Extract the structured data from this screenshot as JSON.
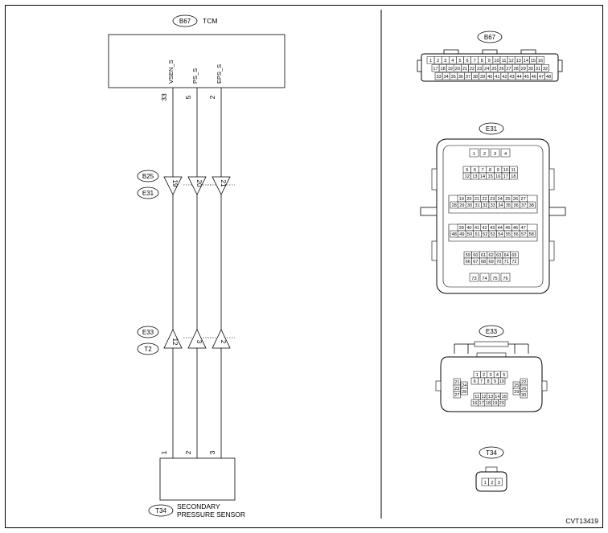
{
  "diagram_id": "CVT13419",
  "tcm": {
    "connector": "B67",
    "name": "TCM"
  },
  "signals": [
    {
      "name": "VSEN_S",
      "tcm_pin": "33",
      "inline1_pin": "19",
      "inline2_pin": "12",
      "sensor_pin": "1"
    },
    {
      "name": "PS_S",
      "tcm_pin": "5",
      "inline1_pin": "20",
      "inline2_pin": "3",
      "sensor_pin": "2"
    },
    {
      "name": "EPS_S",
      "tcm_pin": "2",
      "inline1_pin": "21",
      "inline2_pin": "2",
      "sensor_pin": "3"
    }
  ],
  "inline_connectors": [
    {
      "upper": "B25",
      "lower": "E31"
    },
    {
      "upper": "E33",
      "lower": "T2"
    }
  ],
  "sensor": {
    "connector": "T34",
    "line1": "SECONDARY",
    "line2": "PRESSURE SENSOR"
  },
  "connector_views": {
    "b67": {
      "label": "B67",
      "row1": [
        "1",
        "2",
        "3",
        "4",
        "5",
        "6",
        "7",
        "8",
        "9",
        "10",
        "11",
        "12",
        "13",
        "14",
        "15",
        "16"
      ],
      "row2": [
        "17",
        "18",
        "19",
        "20",
        "21",
        "22",
        "23",
        "24",
        "25",
        "26",
        "27",
        "28",
        "29",
        "30",
        "31",
        "32"
      ],
      "row3": [
        "33",
        "34",
        "35",
        "36",
        "37",
        "38",
        "39",
        "40",
        "41",
        "42",
        "43",
        "44",
        "45",
        "46",
        "47",
        "48"
      ]
    },
    "e31": {
      "label": "E31",
      "rows": [
        [
          "1",
          "2",
          "3",
          "4"
        ],
        [
          "5",
          "6",
          "7",
          "8",
          "9",
          "10",
          "11"
        ],
        [
          "12",
          "13",
          "14",
          "15",
          "16",
          "17",
          "18"
        ],
        [
          "19",
          "20",
          "21",
          "22",
          "23",
          "24",
          "25",
          "26",
          "27"
        ],
        [
          "28",
          "29",
          "30",
          "31",
          "32",
          "33",
          "34",
          "35",
          "36",
          "37",
          "38"
        ],
        [
          "39",
          "40",
          "41",
          "42",
          "43",
          "44",
          "45",
          "46",
          "47"
        ],
        [
          "48",
          "49",
          "50",
          "51",
          "52",
          "53",
          "54",
          "55",
          "56",
          "57",
          "58"
        ],
        [
          "59",
          "60",
          "61",
          "62",
          "63",
          "64",
          "65"
        ],
        [
          "66",
          "67",
          "68",
          "69",
          "70",
          "71",
          "72"
        ],
        [
          "73",
          "74",
          "75",
          "76"
        ]
      ]
    },
    "e33": {
      "label": "E33",
      "center_rows": [
        [
          "1",
          "2",
          "3",
          "4",
          "5"
        ],
        [
          "6",
          "7",
          "8",
          "9",
          "10"
        ],
        [
          "11",
          "12",
          "13",
          "14",
          "15"
        ],
        [
          "16",
          "17",
          "18",
          "19",
          "20"
        ]
      ],
      "left_col_a": [
        "21",
        "23",
        "27"
      ],
      "left_col_b": [
        "24",
        "28"
      ],
      "right_col_a": [
        "25",
        "29"
      ],
      "right_col_b": [
        "22",
        "26",
        "30"
      ]
    },
    "t34": {
      "label": "T34",
      "pins": [
        "1",
        "2",
        "3"
      ]
    }
  }
}
